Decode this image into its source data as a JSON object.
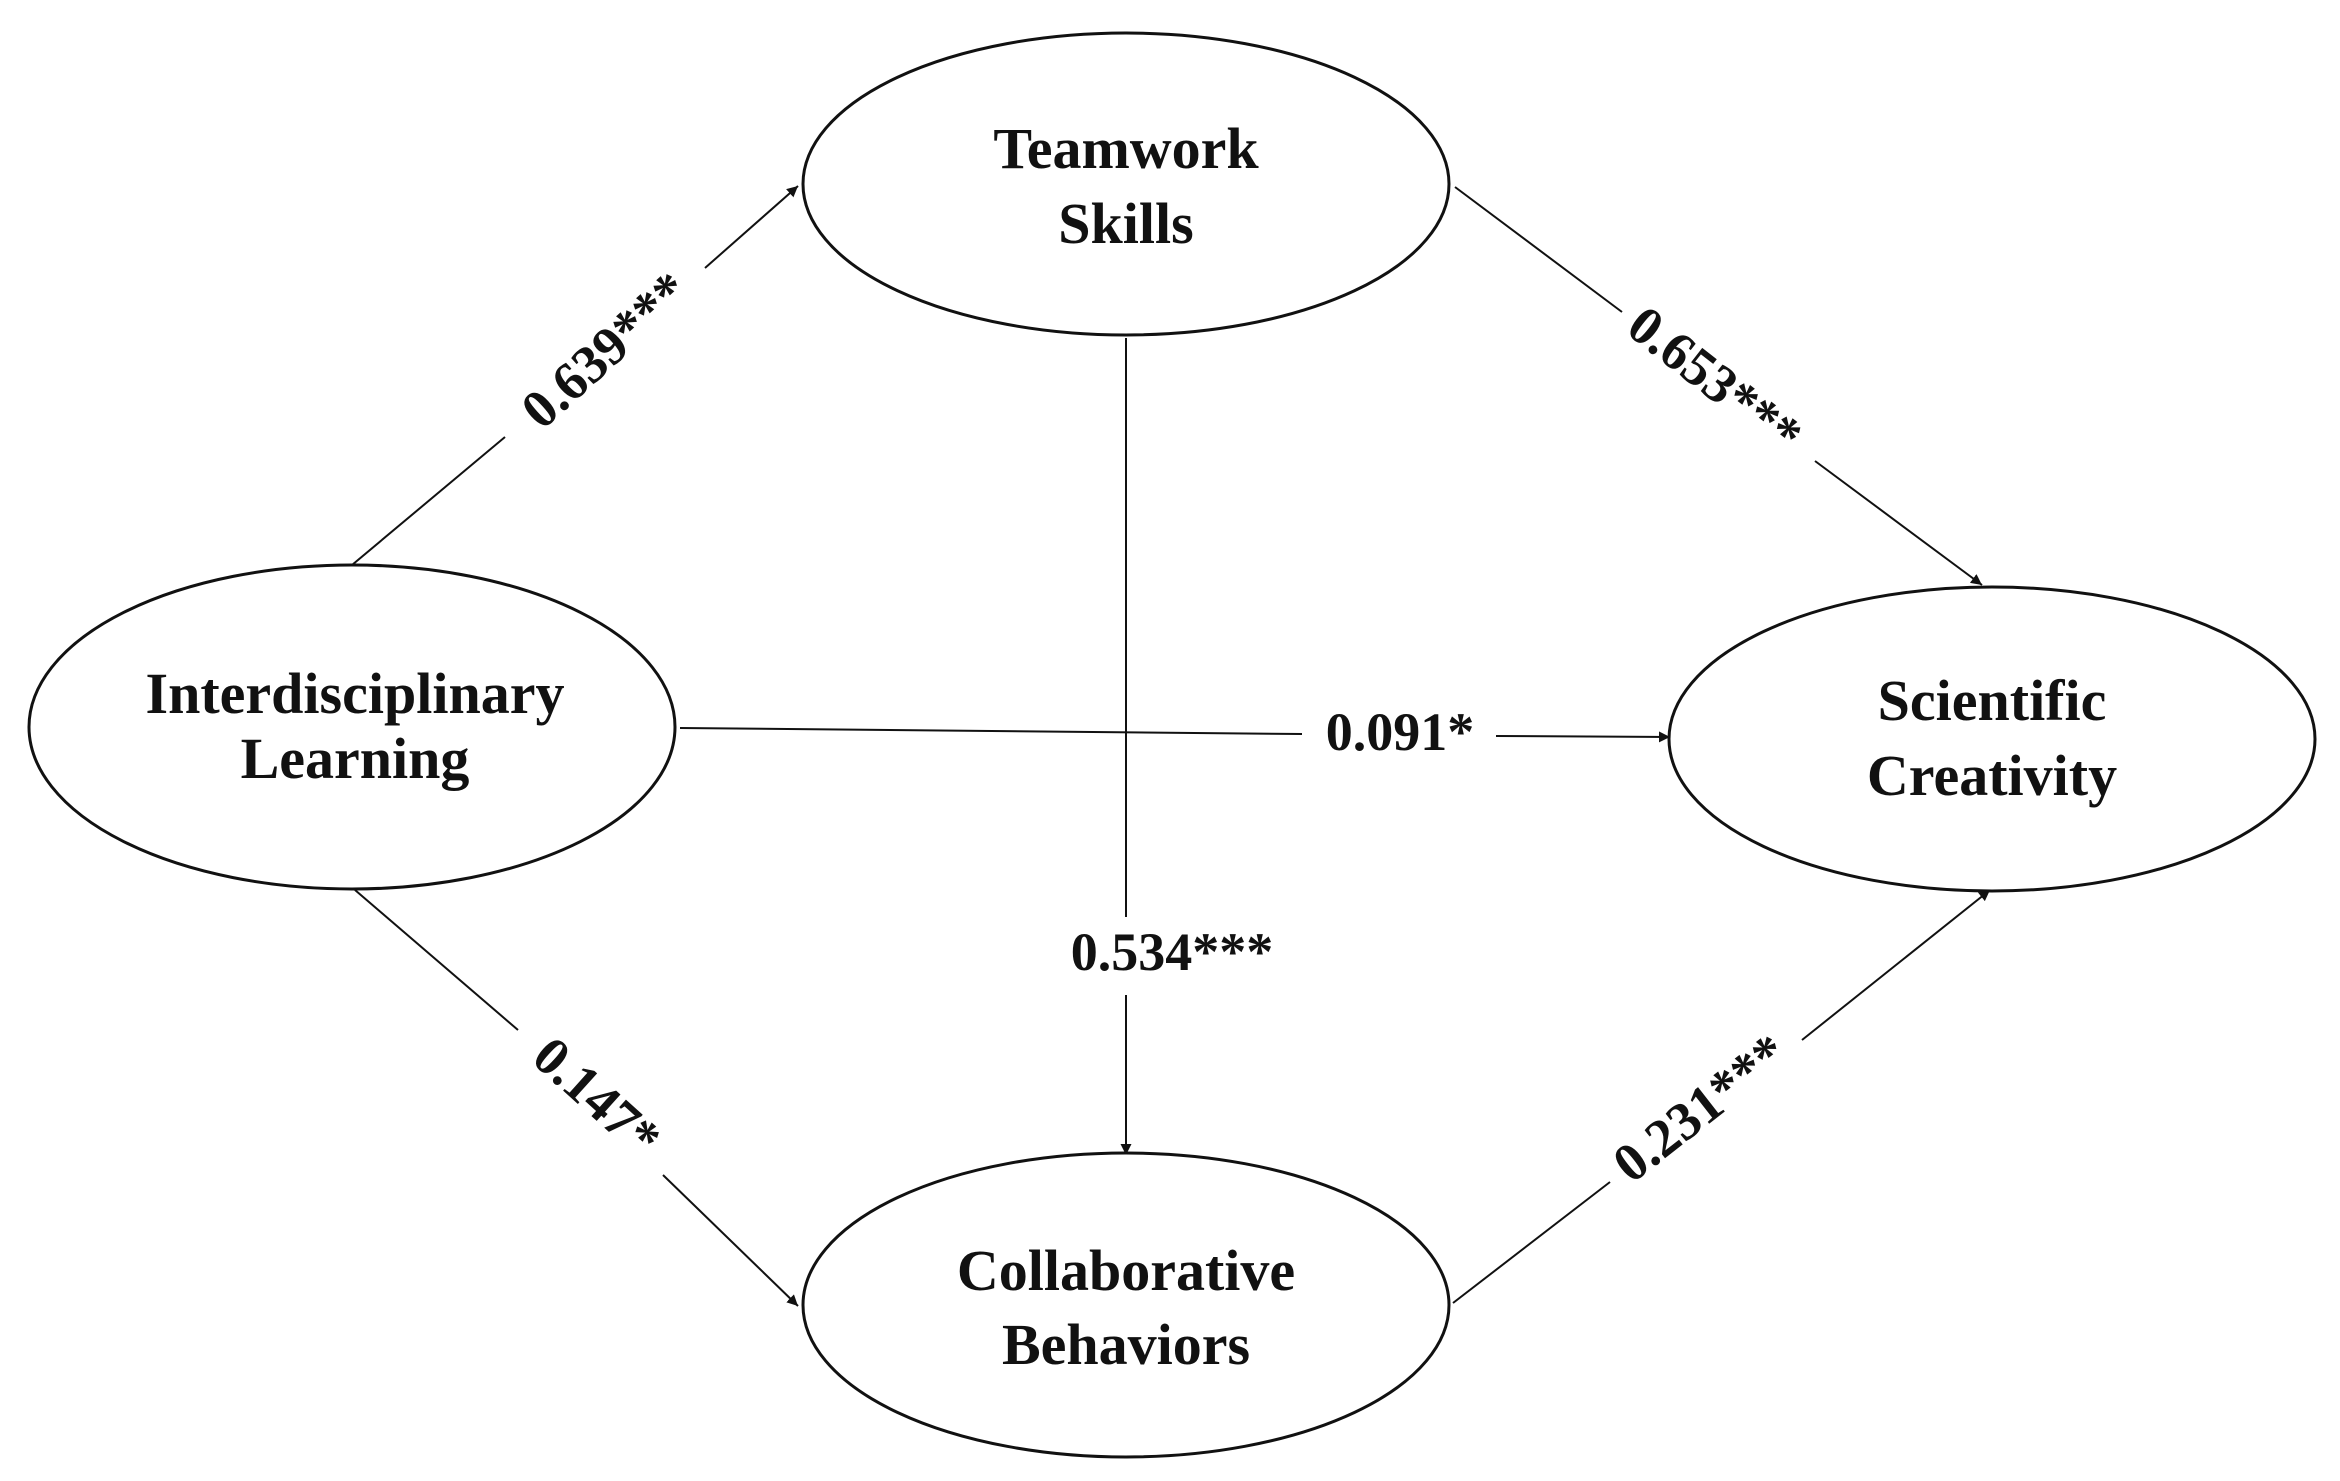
{
  "nodes": {
    "interdisciplinary": {
      "line1": "Interdisciplinary",
      "line2": "Learning"
    },
    "teamwork": {
      "line1": "Teamwork",
      "line2": "Skills"
    },
    "collaborative": {
      "line1": "Collaborative",
      "line2": "Behaviors"
    },
    "creativity": {
      "line1": "Scientific",
      "line2": "Creativity"
    }
  },
  "edges": {
    "il_ts": "0.639***",
    "ts_sc": "0.653***",
    "il_sc": "0.091*",
    "ts_cb": "0.534***",
    "il_cb": "0.147*",
    "cb_sc": "0.231***"
  }
}
